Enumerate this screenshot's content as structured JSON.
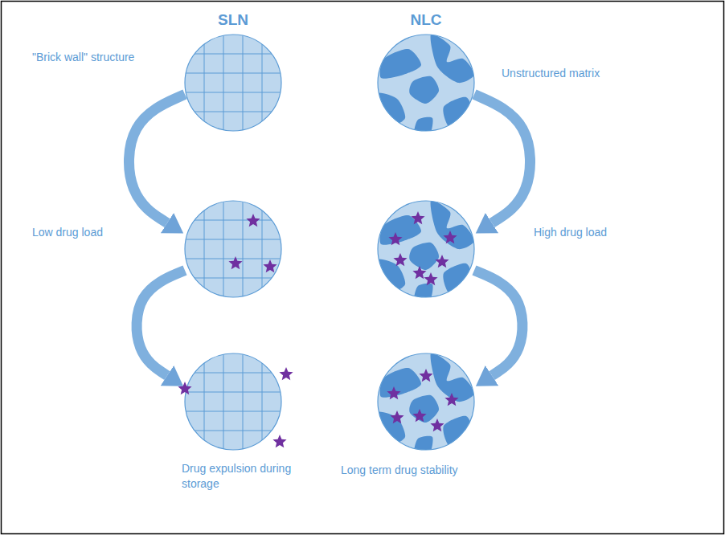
{
  "diagram": {
    "nodes": [
      {
        "text": [
          "SLN",
          "\"Brick wall\" structure"
        ]
      },
      {
        "text": [
          "Low drug load"
        ]
      },
      {
        "text": [
          "Drug expulsion during storage"
        ]
      },
      {
        "text": [
          "NLC",
          "Unstructured matrix"
        ]
      },
      {
        "text": [
          "High drug load"
        ]
      },
      {
        "text": [
          "Long term drug stability"
        ]
      }
    ],
    "edges": [
      {
        "from": 0,
        "to": 1,
        "arrow": "to"
      },
      {
        "from": 1,
        "to": 2,
        "arrow": "to"
      },
      {
        "from": 3,
        "to": 4,
        "arrow": "to"
      },
      {
        "from": 4,
        "to": 5,
        "arrow": "to"
      }
    ]
  }
}
